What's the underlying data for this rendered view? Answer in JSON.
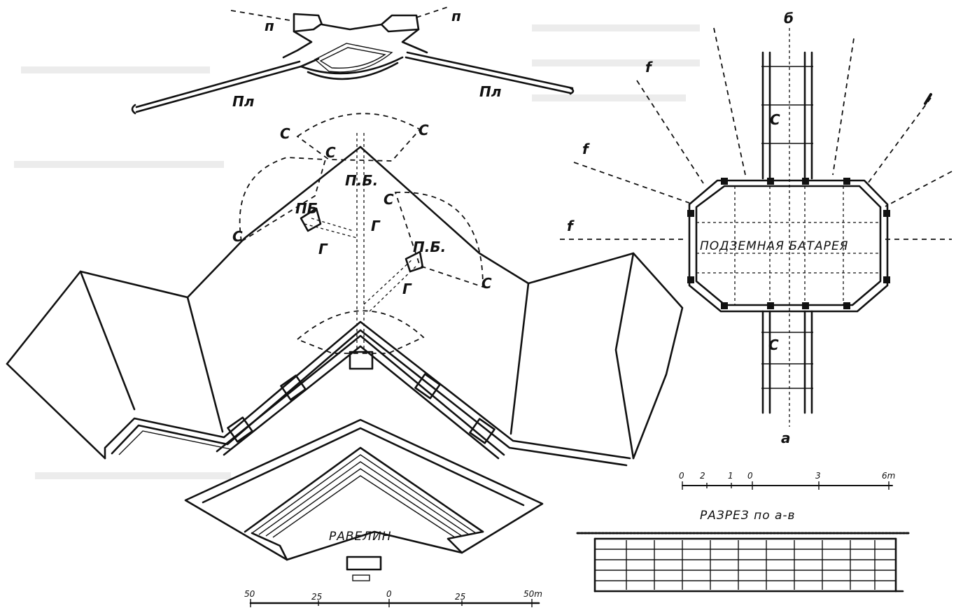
{
  "labels": {
    "p_left": "п",
    "p_right": "п",
    "pl_left": "Пл",
    "pl_right": "Пл",
    "c": "С",
    "c_small": "С",
    "g": "Г",
    "pb": "П.Б.",
    "pb_alt": "ПБ",
    "raveline": "РАВЕЛИН",
    "b_axis": "б",
    "a_axis": "а",
    "f": "f",
    "battery": "ПОДЗЕМНАЯ БАТАРЕЯ",
    "section_title": "РАЗРЕЗ по а-в"
  },
  "scale_main": {
    "ticks": [
      "50",
      "25",
      "0",
      "25",
      "50m"
    ]
  },
  "scale_small": {
    "ticks": [
      "0",
      "2",
      "1",
      "0",
      "3",
      "6m"
    ]
  },
  "colors": {
    "ink": "#111111",
    "paper": "#ffffff"
  }
}
